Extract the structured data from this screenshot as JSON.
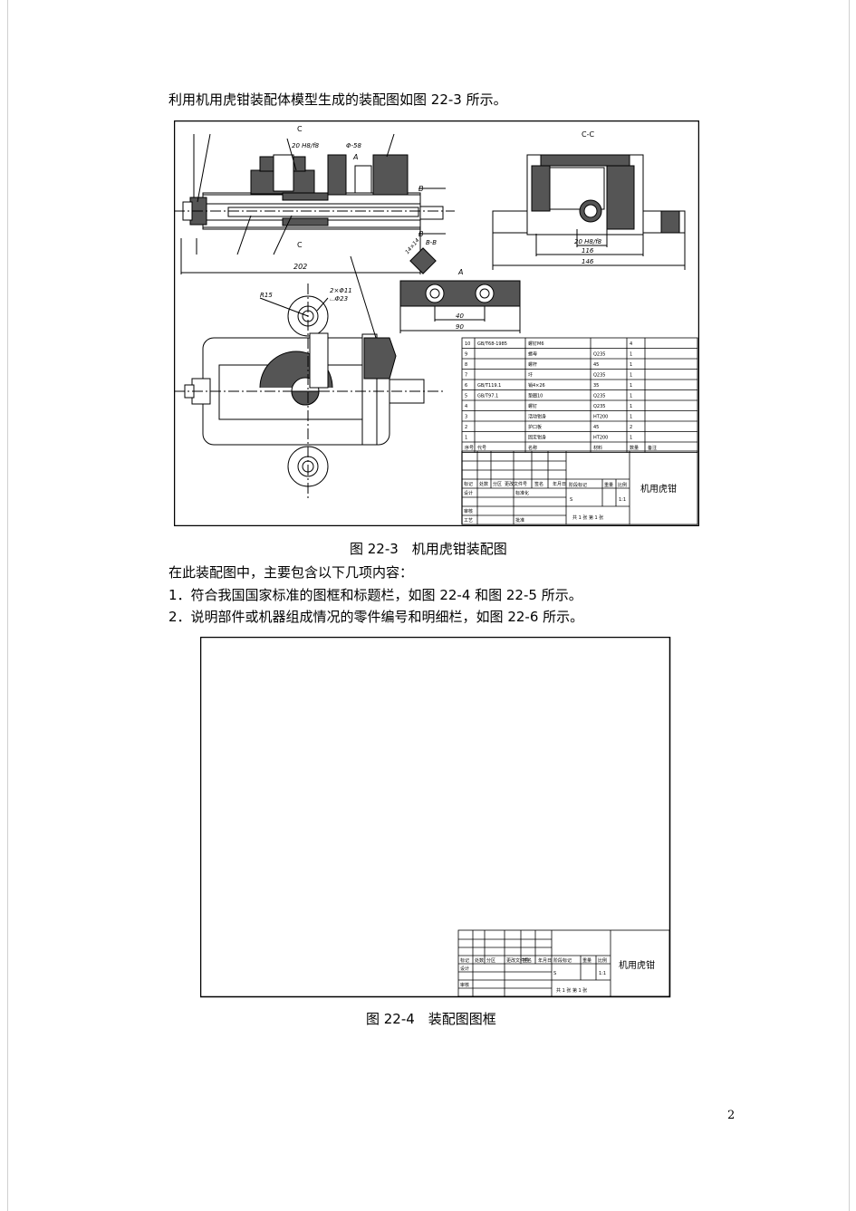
{
  "intro": "利用机用虎钳装配体模型生成的装配图如图 22-3 所示。",
  "fig3": {
    "caption": "图 22-3　机用虎钳装配图",
    "section_cc": "C-C",
    "section_c1": "C",
    "section_c2": "C",
    "label_a": "A",
    "label_a2": "A",
    "label_b1": "B",
    "label_b2": "B",
    "label_bb": "B-B",
    "dim_20h8": "20 H8/f8",
    "dim_058": "Φ-58",
    "dim_202": "202",
    "dim_r15": "R15",
    "dim_hole1": "2×Φ11",
    "dim_hole2": "⌴Φ23",
    "dim_14": "14×14",
    "dim_40": "40",
    "dim_90": "90",
    "dim_20h8b": "20 H8/f8",
    "dim_116": "116",
    "dim_146": "146",
    "parts": [
      {
        "no": "10",
        "code": "GB/T68-1985",
        "name": "螺钉M6",
        "mat": "",
        "qty": "4"
      },
      {
        "no": "9",
        "code": "",
        "name": "螺母",
        "mat": "Q235",
        "qty": "1"
      },
      {
        "no": "8",
        "code": "",
        "name": "螺杆",
        "mat": "45",
        "qty": "1"
      },
      {
        "no": "7",
        "code": "",
        "name": "圩",
        "mat": "Q235",
        "qty": "1"
      },
      {
        "no": "6",
        "code": "GB/T119.1",
        "name": "销4×26",
        "mat": "35",
        "qty": "1"
      },
      {
        "no": "5",
        "code": "GB/T97.1",
        "name": "垫圈10",
        "mat": "Q235",
        "qty": "1"
      },
      {
        "no": "4",
        "code": "",
        "name": "螺钉",
        "mat": "Q235",
        "qty": "1"
      },
      {
        "no": "3",
        "code": "",
        "name": "活动钳身",
        "mat": "HT200",
        "qty": "1"
      },
      {
        "no": "2",
        "code": "",
        "name": "护口板",
        "mat": "45",
        "qty": "2"
      },
      {
        "no": "1",
        "code": "",
        "name": "固定钳身",
        "mat": "HT200",
        "qty": "1"
      }
    ],
    "header": {
      "no": "序号",
      "code": "代号",
      "name": "名称",
      "mat": "材料",
      "qty": "数量",
      "note": "备注"
    }
  },
  "titleblock": {
    "name": "机用虎钳",
    "row_labels": [
      "标记",
      "处数",
      "分区",
      "更改文件号",
      "签名",
      "年月日"
    ],
    "design": "设计",
    "std": "标准化",
    "check": "审核",
    "craft": "工艺",
    "approve": "批准",
    "stage": "阶段标记",
    "weight": "重量",
    "scale": "比例",
    "sheet": "共 1 张 第 1 张",
    "scale_val": "1:1",
    "stage_val": "S"
  },
  "para1": "在此装配图中，主要包含以下几项内容：",
  "item1": "1．符合我国国家标准的图框和标题栏，如图 22-4 和图 22-5 所示。",
  "item2": "2．说明部件或机器组成情况的零件编号和明细栏，如图 22-6 所示。",
  "fig4": {
    "caption": "图 22-4　装配图图框",
    "title": "机用虎钳"
  },
  "page_number": "2"
}
